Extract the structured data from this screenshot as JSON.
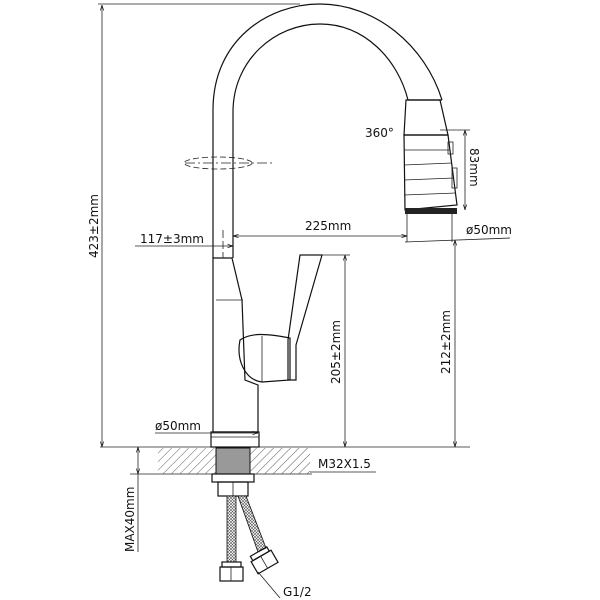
{
  "labels": {
    "rotation": "360°",
    "reach": "225mm",
    "offset": "117±3mm",
    "head_height": "83mm",
    "head_diameter": "ø50mm",
    "total_height": "423±2mm",
    "spout_height": "212±2mm",
    "handle_height": "205±2mm",
    "base_diameter": "ø50mm",
    "thread": "M32X1.5",
    "max_thickness": "MAX40mm",
    "connector": "G1/2"
  },
  "colors": {
    "line": "#111111",
    "background": "#ffffff"
  }
}
